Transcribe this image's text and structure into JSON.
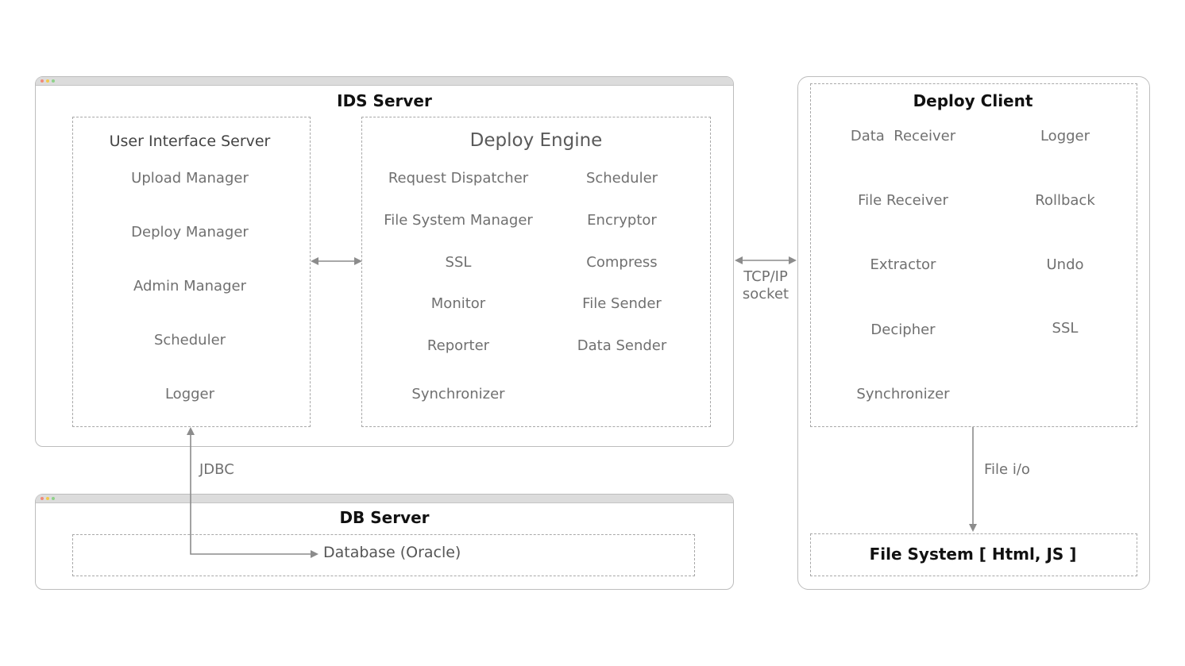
{
  "ids_server": {
    "title": "IDS Server",
    "ui_server": {
      "title": "User Interface Server",
      "items": [
        "Upload Manager",
        "Deploy Manager",
        "Admin Manager",
        "Scheduler",
        "Logger"
      ]
    },
    "deploy_engine": {
      "title": "Deploy Engine",
      "left_items": [
        "Request Dispatcher",
        "File System Manager",
        "SSL",
        "Monitor",
        "Reporter",
        "Synchronizer"
      ],
      "right_items": [
        "Scheduler",
        "Encryptor",
        "Compress",
        "File Sender",
        "Data Sender"
      ]
    }
  },
  "db_server": {
    "title": "DB Server",
    "database": "Database (Oracle)",
    "link_label": "JDBC"
  },
  "deploy_client": {
    "title": "Deploy Client",
    "left_items": [
      "Data  Receiver",
      "File Receiver",
      "Extractor",
      "Decipher",
      "Synchronizer"
    ],
    "right_items": [
      "Logger",
      "Rollback",
      "Undo",
      "SSL"
    ],
    "file_system": "File System [ Html, JS ]",
    "file_link_label": "File i/o"
  },
  "connection": {
    "line1": "TCP/IP",
    "line2": "socket"
  },
  "colors": {
    "border": "#bdbdbd",
    "dash": "#a8a8a8",
    "arrow": "#8c8c8c",
    "bar": "#dcdcdc",
    "dot_red": "#f08a7a",
    "dot_yellow": "#f2c94c",
    "dot_green": "#8fd18a"
  }
}
